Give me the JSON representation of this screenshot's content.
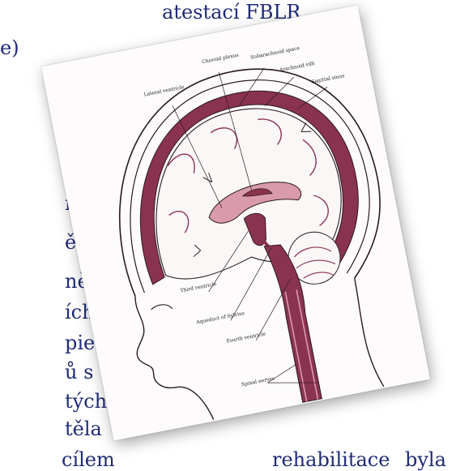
{
  "document": {
    "lines_right": [
      {
        "id": "r1",
        "text": "atestací    FBLR"
      },
      {
        "id": "r2",
        "text": "e)"
      }
    ],
    "lines_left": [
      {
        "id": "l1",
        "text": "n"
      },
      {
        "id": "l2",
        "text": "ě."
      },
      {
        "id": "l3",
        "text": "ně"
      },
      {
        "id": "l4",
        "text": "ích"
      },
      {
        "id": "l5",
        "text": "pie"
      },
      {
        "id": "l6",
        "text": "ů s"
      },
      {
        "id": "l7",
        "text": "tých"
      },
      {
        "id": "l8",
        "text": "těla"
      }
    ],
    "bottom_line": {
      "left": "cílem",
      "middle": "rehabilitace",
      "right": "byla"
    },
    "text_color": "#1f2a78"
  },
  "figure": {
    "labels": {
      "choroid": "Choroid plexus",
      "lateral": "Lateral ventricle",
      "subarachnoid": "Subarachnoid space",
      "villi": "Arachnoid villi",
      "sinus": "Sagittal sinus",
      "third": "Third ventricle",
      "aqueduct": "Aqueduct of Sylvius",
      "fourth": "Fourth ventricle",
      "spinal": "Spinal nerves"
    },
    "colors": {
      "csf": "#8a3350",
      "ventricle": "#d99aab",
      "outline": "#2a1a1e"
    }
  }
}
